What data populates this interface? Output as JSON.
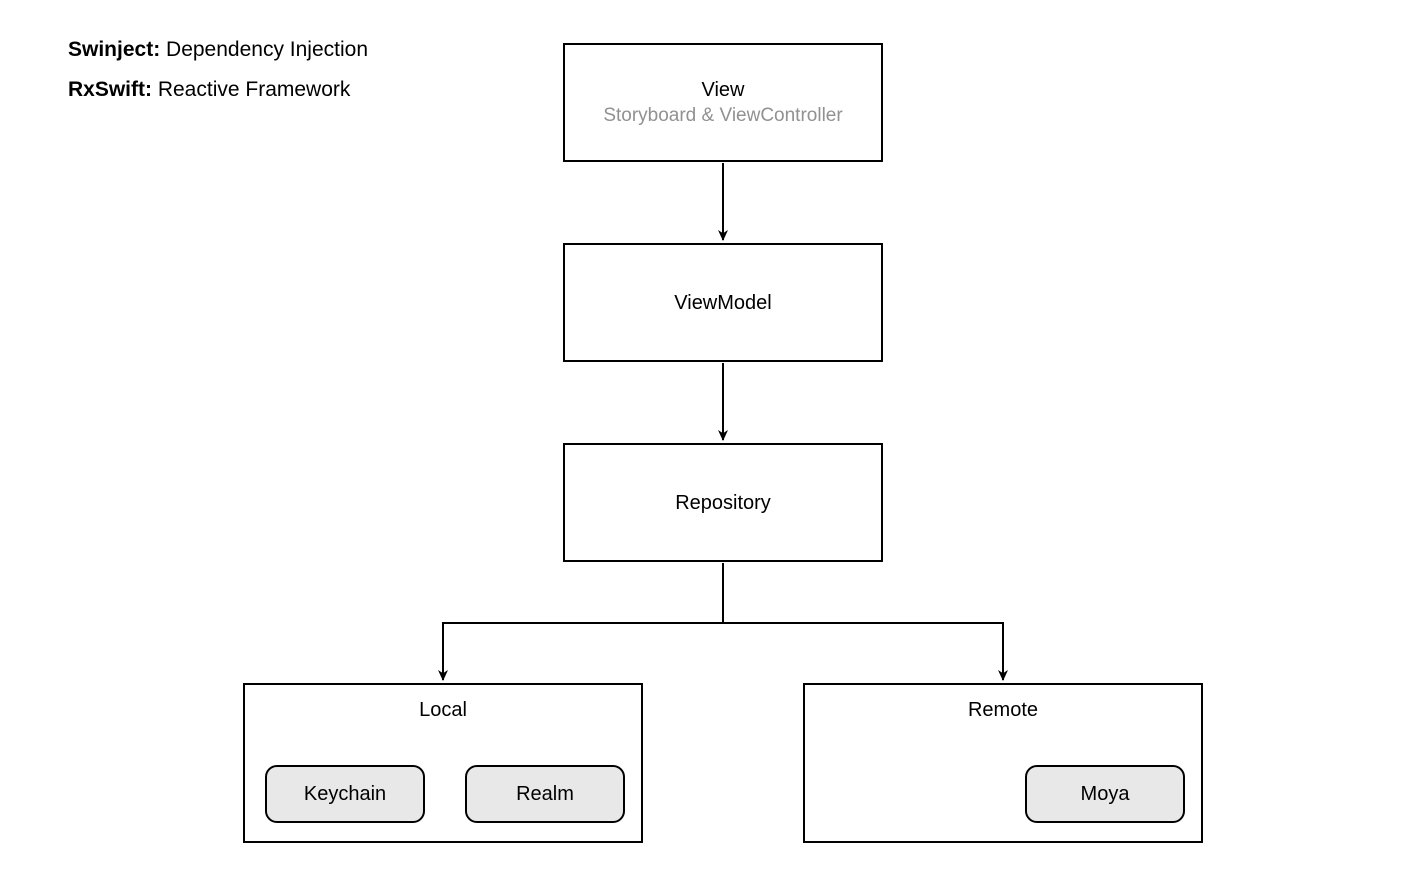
{
  "legend": {
    "items": [
      {
        "term": "Swinject:",
        "description": " Dependency Injection"
      },
      {
        "term": "RxSwift:",
        "description": " Reactive Framework"
      }
    ]
  },
  "diagram": {
    "nodes": {
      "view": {
        "title": "View",
        "subtitle": "Storyboard & ViewController"
      },
      "viewmodel": {
        "title": "ViewModel"
      },
      "repository": {
        "title": "Repository"
      },
      "local": {
        "title": "Local",
        "children": [
          {
            "label": "Keychain"
          },
          {
            "label": "Realm"
          }
        ]
      },
      "remote": {
        "title": "Remote",
        "children": [
          {
            "label": "Moya"
          }
        ]
      }
    },
    "edges": [
      {
        "from": "view",
        "to": "viewmodel"
      },
      {
        "from": "viewmodel",
        "to": "repository"
      },
      {
        "from": "repository",
        "to": "local"
      },
      {
        "from": "repository",
        "to": "remote"
      }
    ],
    "colors": {
      "box_border": "#000000",
      "box_fill": "#ffffff",
      "chip_fill": "#e8e8e8",
      "chip_border": "#000000",
      "subtitle_gray": "#919191",
      "connector": "#000000",
      "background": "#ffffff"
    }
  }
}
